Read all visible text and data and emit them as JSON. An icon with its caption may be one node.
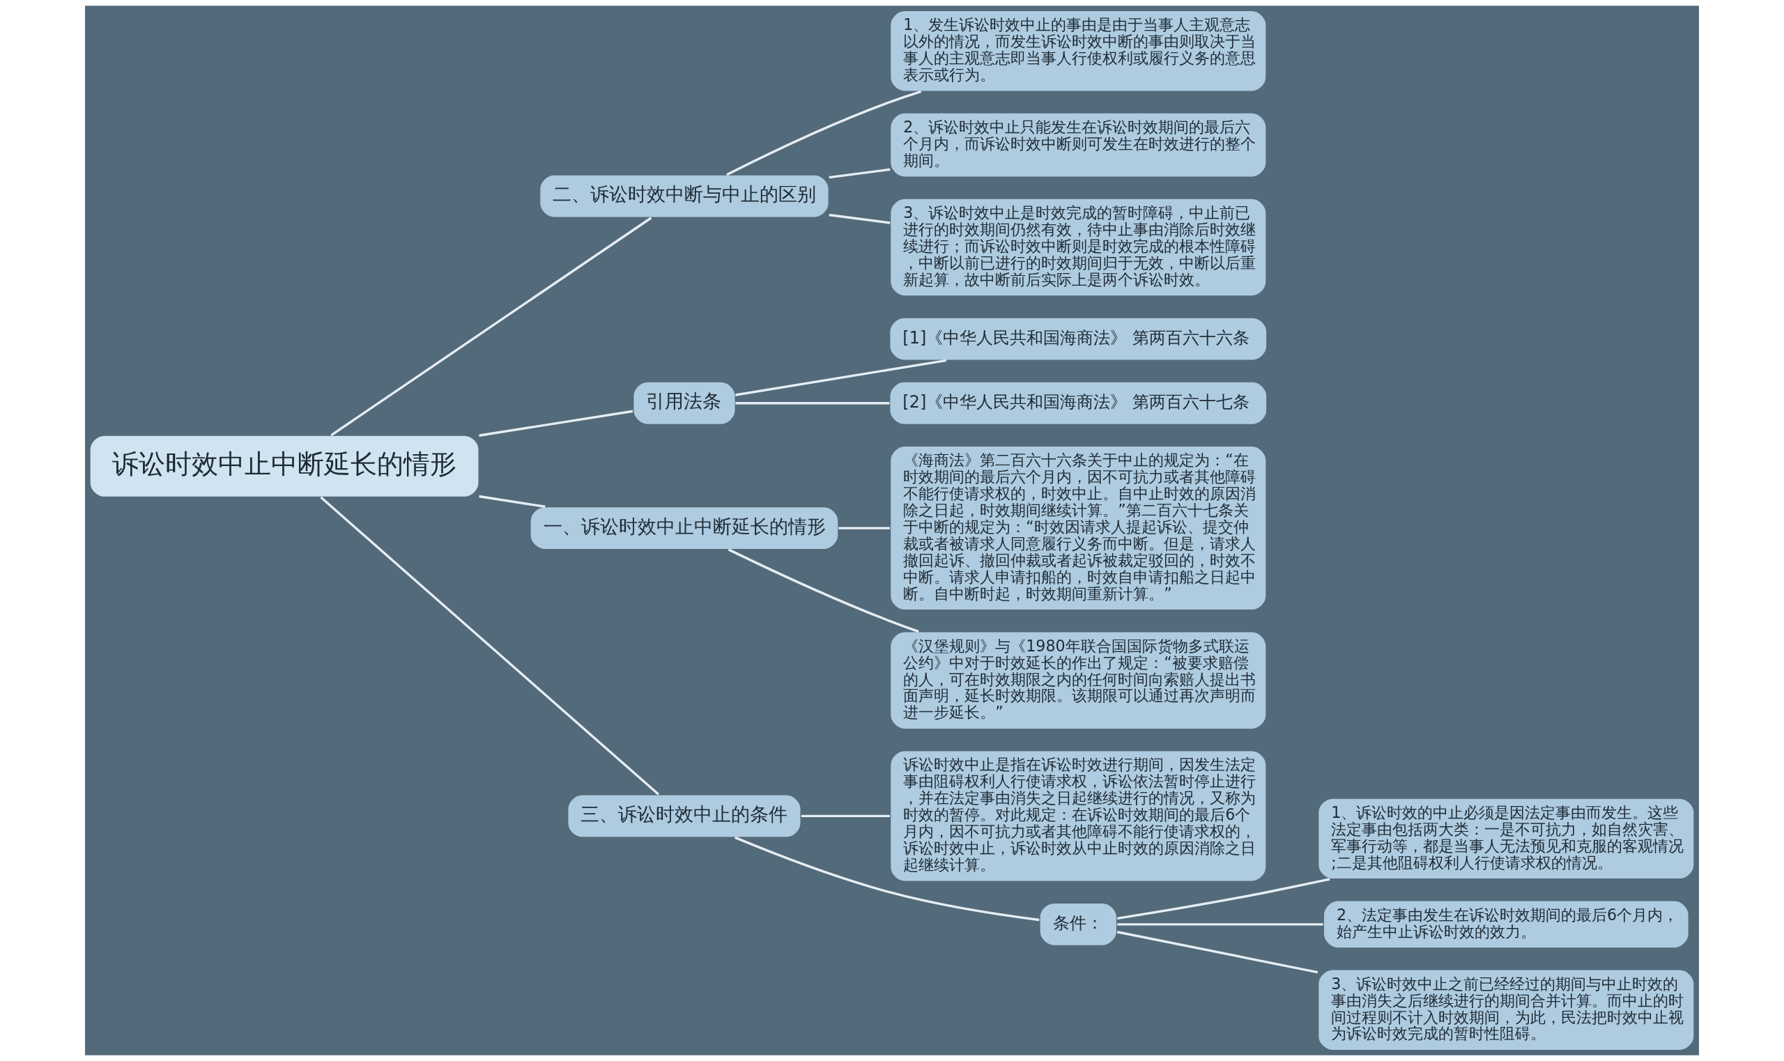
{
  "diagram": {
    "nodes": [
      {
        "text": [
          "诉讼时效中止中断延长的情形"
        ]
      },
      {
        "text": [
          "二、诉讼时效中断与中止的区别"
        ]
      },
      {
        "text": [
          "1、发生诉讼时效中止的事由是由于当事人主观意志以外的情况，而发生诉讼时效中断的事由则取决于当事人的主观意志即当事人行使权利或履行义务的意思表示或行为。"
        ]
      },
      {
        "text": [
          "2、诉讼时效中止只能发生在诉讼时效期间的最后六个月内，而诉讼时效中断则可发生在时效进行的整个期间。"
        ]
      },
      {
        "text": [
          "3、诉讼时效中止是时效完成的暂时障碍，中止前已进行的时效期间仍然有效，待中止事由消除后时效继续进行；而诉讼时效中断则是时效完成的根本性障碍，中断以前已进行的时效期间归于无效，中断以后重新起算，故中断前后实际上是两个诉讼时效。"
        ]
      },
      {
        "text": [
          "引用法条"
        ]
      },
      {
        "text": [
          "[1]《中华人民共和国海商法》 第两百六十六条"
        ]
      },
      {
        "text": [
          "[2]《中华人民共和国海商法》 第两百六十七条"
        ]
      },
      {
        "text": [
          "一、诉讼时效中止中断延长的情形"
        ]
      },
      {
        "text": [
          "《海商法》第二百六十六条关于中止的规定为：“在时效期间的最后六个月内，因不可抗力或者其他障碍不能行使请求权的，时效中止。自中止时效的原因消除之日起，时效期间继续计算。”第二百六十七条关于中断的规定为：“时效因请求人提起诉讼、提交仲裁或者被请求人同意履行义务而中断。但是，请求人撤回起诉、撤回仲裁或者起诉被裁定驳回的，时效不中断。请求人申请扣船的，时效自申请扣船之日起中断。自中断时起，时效期间重新计算。”"
        ]
      },
      {
        "text": [
          "《汉堡规则》与《1980年联合国国际货物多式联运公约》中对于时效延长的作出了规定：“被要求赔偿的人，可在时效期限之内的任何时间向索赔人提出书面声明，延长时效期限。该期限可以通过再次声明而进一步延长。”"
        ]
      },
      {
        "text": [
          "三、诉讼时效中止的条件"
        ]
      },
      {
        "text": [
          "诉讼时效中止是指在诉讼时效进行期间，因发生法定事由阻碍权利人行使请求权，诉讼依法暂时停止进行，并在法定事由消失之日起继续进行的情况，又称为时效的暂停。对此规定：在诉讼时效期间的最后6个月内，因不可抗力或者其他障碍不能行使请求权的，诉讼时效中止，诉讼时效从中止时效的原因消除之日起继续计算。"
        ]
      },
      {
        "text": [
          "条件："
        ]
      },
      {
        "text": [
          "1、诉讼时效的中止必须是因法定事由而发生。这些法定事由包括两大类：一是不可抗力，如自然灾害、军事行动等，都是当事人无法预见和克服的客观情况;二是其他阻碍权利人行使请求权的情况。"
        ]
      },
      {
        "text": [
          "2、法定事由发生在诉讼时效期间的最后6个月内，始产生中止诉讼时效的效力。"
        ]
      },
      {
        "text": [
          "3、诉讼时效中止之前已经经过的期间与中止时效的事由消失之后继续进行的期间合并计算。而中止的时间过程则不计入时效期间，为此，民法把时效中止视为诉讼时效完成的暂时性阻碍。"
        ]
      }
    ],
    "edges": [
      {
        "from": 0,
        "to": 1,
        "arrow": "none"
      },
      {
        "from": 1,
        "to": 2,
        "arrow": "none"
      },
      {
        "from": 1,
        "to": 3,
        "arrow": "none"
      },
      {
        "from": 1,
        "to": 4,
        "arrow": "none"
      },
      {
        "from": 0,
        "to": 5,
        "arrow": "none"
      },
      {
        "from": 5,
        "to": 6,
        "arrow": "none"
      },
      {
        "from": 5,
        "to": 7,
        "arrow": "none"
      },
      {
        "from": 0,
        "to": 8,
        "arrow": "none"
      },
      {
        "from": 8,
        "to": 9,
        "arrow": "none"
      },
      {
        "from": 8,
        "to": 10,
        "arrow": "none"
      },
      {
        "from": 0,
        "to": 11,
        "arrow": "none"
      },
      {
        "from": 11,
        "to": 12,
        "arrow": "none"
      },
      {
        "from": 11,
        "to": 13,
        "arrow": "none"
      },
      {
        "from": 13,
        "to": 14,
        "arrow": "none"
      },
      {
        "from": 13,
        "to": 15,
        "arrow": "none"
      },
      {
        "from": 13,
        "to": 16,
        "arrow": "none"
      }
    ]
  }
}
